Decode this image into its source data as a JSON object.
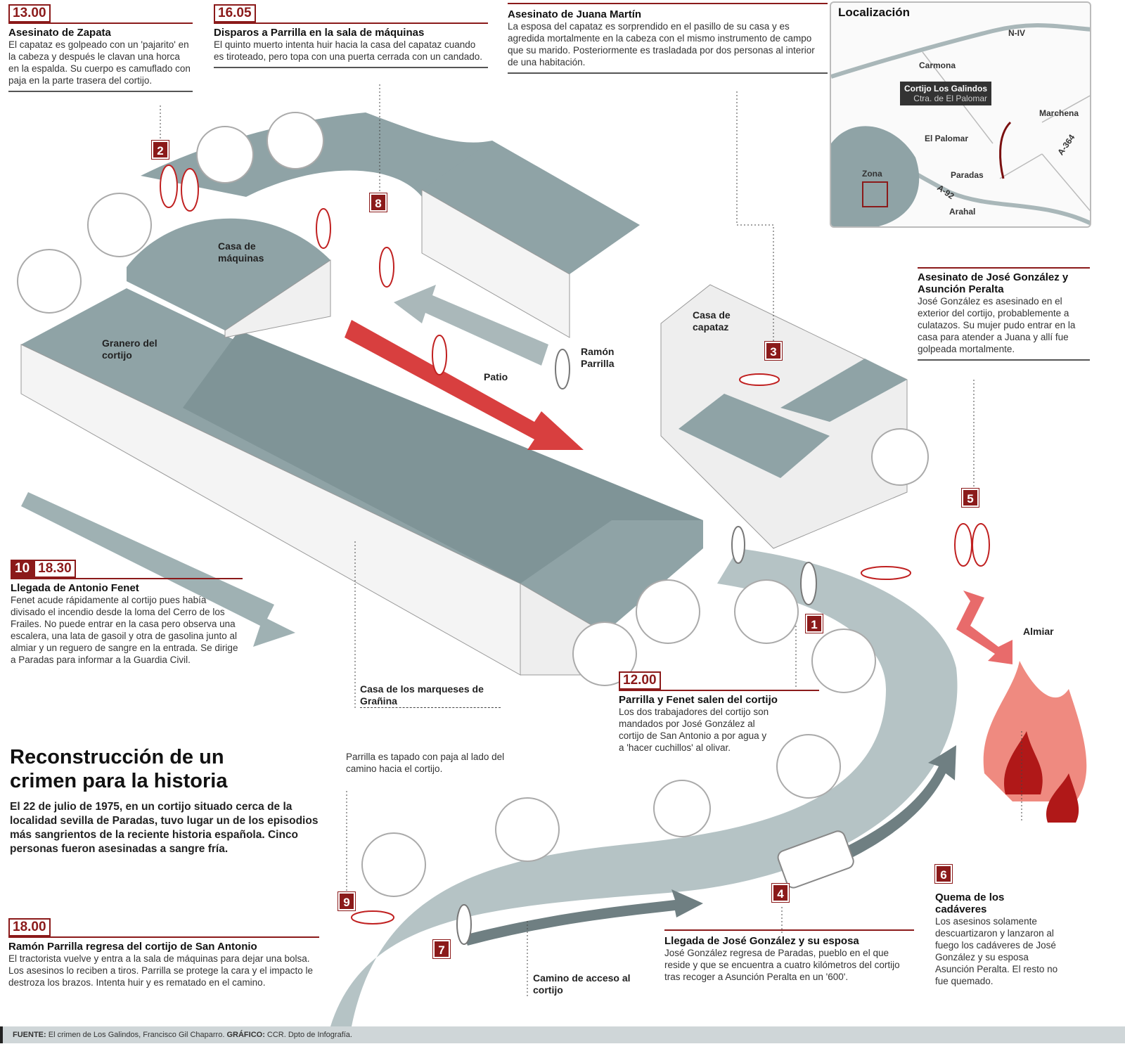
{
  "events": {
    "zapata": {
      "time": "13.00",
      "title": "Asesinato de Zapata",
      "text": "El capataz es golpeado con un 'pajarito' en la cabeza y después le clavan una horca en la espalda. Su cuerpo es camuflado con paja en la parte trasera del cortijo."
    },
    "disparos": {
      "time": "16.05",
      "title": "Disparos a Parrilla en la sala de máquinas",
      "text": "El quinto muerto intenta huir hacia la casa del capataz cuando es tiroteado, pero topa con una puerta cerrada con un candado."
    },
    "juana": {
      "title": "Asesinato de Juana Martín",
      "text": "La esposa del capataz es sorprendido en el pasillo de su casa y es agredida mortalmente en la cabeza con el mismo instrumento de campo que su marido. Posteriormente es trasladada por dos personas al interior de una habitación."
    },
    "gonzalez": {
      "title": "Asesinato de José González y Asunción Peralta",
      "text": "José González es asesinado en el exterior del cortijo, probablemente a culatazos. Su mujer pudo entrar en la casa para atender a Juana y allí fue golpeada mortalmente."
    },
    "fenet": {
      "number": "10",
      "time": "18.30",
      "title": "Llegada de Antonio Fenet",
      "text": "Fenet acude rápidamente al cortijo pues había divisado el incendio desde la loma del Cerro de los Frailes. No puede entrar en la casa pero observa una escalera, una lata de gasoil y otra de gasolina junto al almiar y un reguero de sangre en la entrada. Se dirige a Paradas para informar a la Guardia Civil."
    },
    "salen": {
      "time": "12.00",
      "title": "Parrilla y Fenet salen del cortijo",
      "text": "Los dos trabajadores del cortijo son mandados por José González al cortijo de San Antonio a por agua y a 'hacer cuchillos' al olivar."
    },
    "regresa": {
      "time": "18.00",
      "title": "Ramón Parrilla regresa del cortijo de San Antonio",
      "text": "El tractorista vuelve y entra a la sala de máquinas para dejar una bolsa. Los asesinos lo reciben a tiros. Parrilla se protege la cara y el impacto le destroza los brazos. Intenta huir y es rematado en el camino."
    },
    "llegada": {
      "title": "Llegada de José González y su esposa",
      "text": "José González regresa de Paradas, pueblo en el que reside y que se encuentra a cuatro kilómetros del cortijo tras recoger a Asunción Peralta en un '600'."
    },
    "quema": {
      "title": "Quema de los cadáveres",
      "text": "Los asesinos solamente descuartizaron y lanzaron al fuego los cadáveres de José González y su esposa Asunción Peralta. El resto no fue quemado."
    },
    "tapado": {
      "text": "Parrilla es tapado con paja al lado del camino hacia el cortijo."
    }
  },
  "headline": {
    "title": "Reconstrucción de un crimen para la historia",
    "intro": "El 22 de julio de 1975, en un cortijo situado cerca de la localidad sevilla de Paradas, tuvo lugar un de los episodios más sangrientos de la reciente historia española. Cinco personas fueron asesinadas a sangre fría."
  },
  "labels": {
    "casa_maquinas": "Casa de máquinas",
    "granero": "Granero del cortijo",
    "casa_capataz": "Casa de capataz",
    "patio": "Patio",
    "ramon": "Ramón Parrilla",
    "marqueses": "Casa de los marqueses de Grañina",
    "camino": "Camino de acceso al cortijo",
    "almiar": "Almiar"
  },
  "markers": [
    "1",
    "2",
    "3",
    "4",
    "5",
    "6",
    "7",
    "8",
    "9"
  ],
  "map": {
    "title": "Localización",
    "roads": [
      "N-IV",
      "A-92",
      "A-364"
    ],
    "towns": [
      "Carmona",
      "El Palomar",
      "Paradas",
      "Marchena",
      "Arahal"
    ],
    "callout_title": "Cortijo Los Galindos",
    "callout_sub": "Ctra. de El Palomar",
    "zone": "Zona"
  },
  "footer": {
    "source_label": "FUENTE:",
    "source": "El crimen de Los Galindos, Francisco Gil Chaparro.",
    "graphic_label": "GRÁFICO:",
    "graphic": "CCR. Dpto de Infografía."
  },
  "colors": {
    "accent": "#8b1a1a",
    "building": "#8fa3a6",
    "road": "#9fb1b3",
    "fire": "#e04a3a"
  }
}
